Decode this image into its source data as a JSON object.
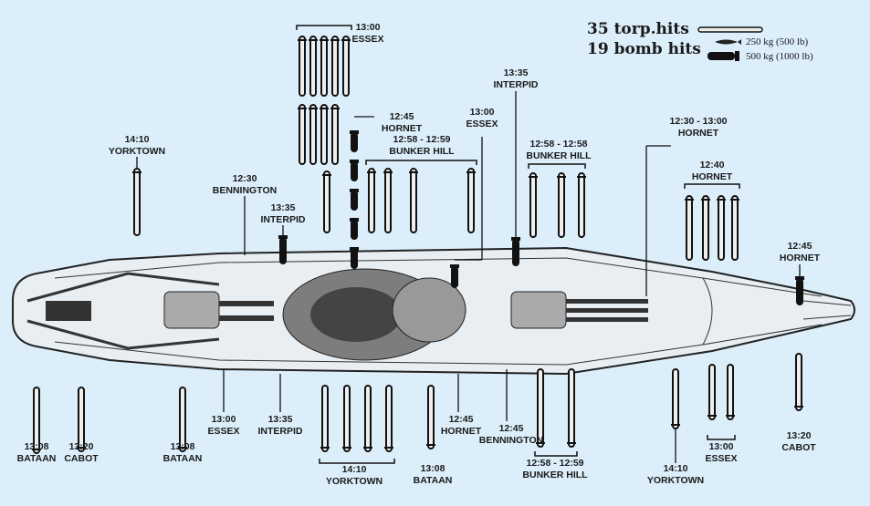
{
  "legend": {
    "torp_hits": "35 torp.hits",
    "bomb_hits": "19 bomb hits",
    "bomb_250": "250 kg (500 lb)",
    "bomb_500": "500 kg (1000 lb)"
  },
  "top_labels": [
    {
      "time": "13:00",
      "ship": "ESSEX"
    },
    {
      "time": "12:45",
      "ship": "HORNET"
    },
    {
      "time": "13:35",
      "ship": "INTERPID"
    },
    {
      "time": "13:00",
      "ship": "ESSEX"
    },
    {
      "time": "12:58 - 12:59",
      "ship": "BUNKER HILL"
    },
    {
      "time": "12:58 - 12:58",
      "ship": "BUNKER HILL"
    },
    {
      "time": "12:30 - 13:00",
      "ship": "HORNET"
    },
    {
      "time": "12:40",
      "ship": "HORNET"
    },
    {
      "time": "12:45",
      "ship": "HORNET"
    },
    {
      "time": "14:10",
      "ship": "YORKTOWN"
    },
    {
      "time": "12:30",
      "ship": "BENNINGTON"
    },
    {
      "time": "13:35",
      "ship": "INTERPID"
    }
  ],
  "bottom_labels": [
    {
      "time": "13:08",
      "ship": "BATAAN"
    },
    {
      "time": "13:20",
      "ship": "CABOT"
    },
    {
      "time": "13:08",
      "ship": "BATAAN"
    },
    {
      "time": "13:00",
      "ship": "ESSEX"
    },
    {
      "time": "13:35",
      "ship": "INTERPID"
    },
    {
      "time": "14:10",
      "ship": "YORKTOWN"
    },
    {
      "time": "13:08",
      "ship": "BATAAN"
    },
    {
      "time": "12:45",
      "ship": "HORNET"
    },
    {
      "time": "12:45",
      "ship": "BENNINGTON"
    },
    {
      "time": "12:58 - 12:59",
      "ship": "BUNKER HILL"
    },
    {
      "time": "14:10",
      "ship": "YORKTOWN"
    },
    {
      "time": "13:00",
      "ship": "ESSEX"
    },
    {
      "time": "13:20",
      "ship": "CABOT"
    }
  ]
}
